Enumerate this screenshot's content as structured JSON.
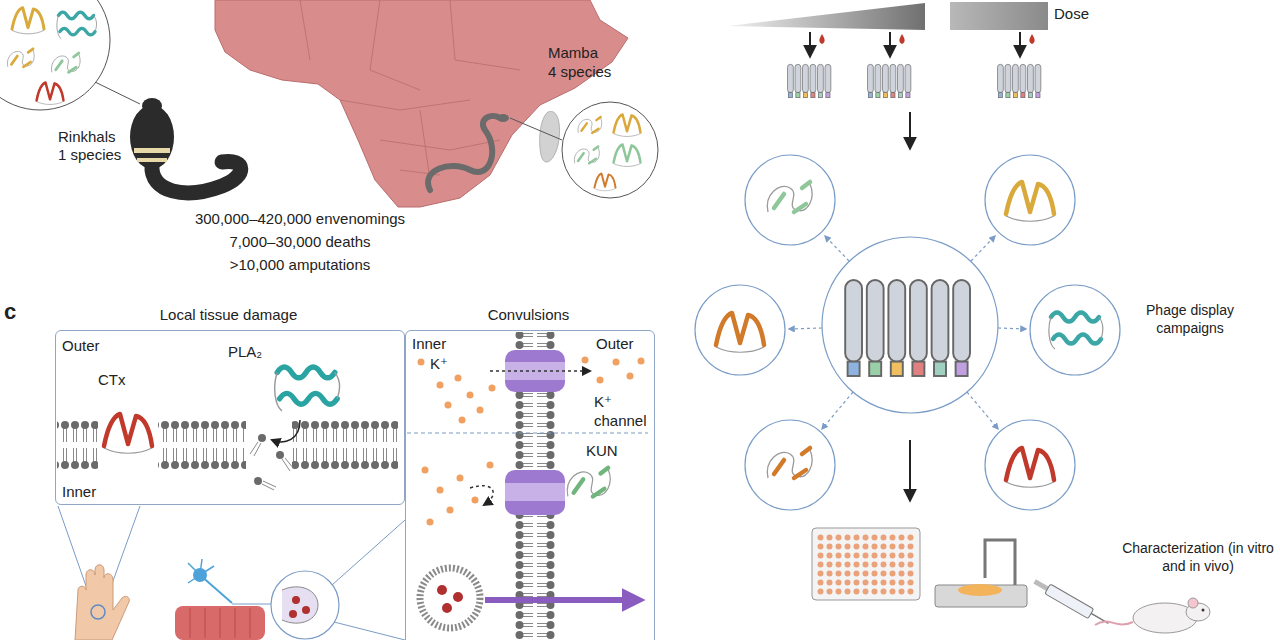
{
  "diagram": {
    "nodes": [
      {
        "text": [
          "Local tissue damage",
          "Outer",
          "CTx",
          "PLA₂",
          "Inner"
        ]
      },
      {
        "text": [
          "Convulsions",
          "Inner",
          "K⁺",
          "Outer",
          "K⁺ channel",
          "KUN"
        ]
      }
    ],
    "labels": [
      "Rinkhals",
      "1 species",
      "Mamba",
      "4 species",
      "300,000–420,000 envenomings",
      "7,000–30,000 deaths",
      ">10,000 amputations",
      "c",
      "Dose",
      "Phage display campaigns",
      "Characterization (in vitro and in vivo)"
    ]
  }
}
